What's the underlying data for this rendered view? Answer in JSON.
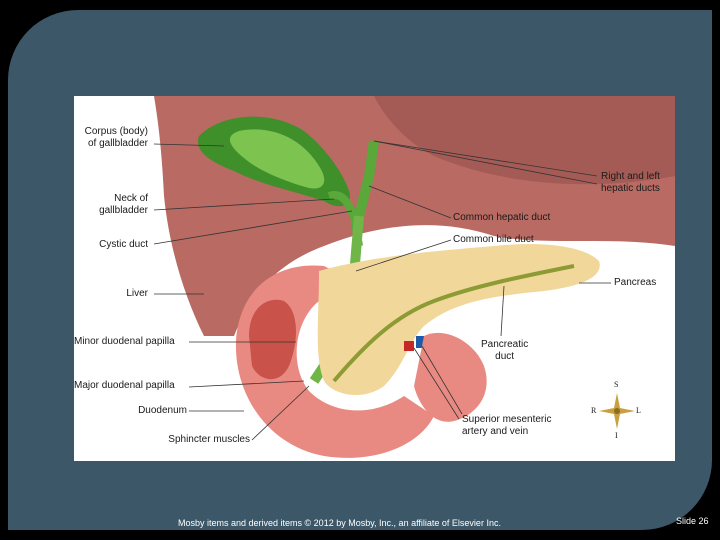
{
  "labels": {
    "corpus": "Corpus (body)\nof gallbladder",
    "neck": "Neck of\ngallbladder",
    "cystic": "Cystic duct",
    "liver": "Liver",
    "minor_papilla": "Minor duodenal papilla",
    "major_papilla": "Major duodenal papilla",
    "duodenum": "Duodenum",
    "sphincter": "Sphincter muscles",
    "hepatic_ducts": "Right and left\nhepatic ducts",
    "common_hepatic": "Common hepatic duct",
    "common_bile": "Common bile duct",
    "pancreas": "Pancreas",
    "pancreatic_duct": "Pancreatic\nduct",
    "mesenteric": "Superior mesenteric\nartery and vein"
  },
  "compass": {
    "s": "S",
    "r": "R",
    "l": "L",
    "i": "I"
  },
  "footer": {
    "copyright": "Mosby items and derived items © 2012 by Mosby, Inc., an affiliate of Elsevier Inc.",
    "slide": "Slide 26"
  },
  "colors": {
    "background": "#000000",
    "panel": "#3c5868",
    "liver": "#b86a63",
    "gallbladder": "#3f8f2a",
    "duct": "#5aa83a",
    "pancreas": "#f1d79a",
    "duodenum": "#e98a82"
  }
}
